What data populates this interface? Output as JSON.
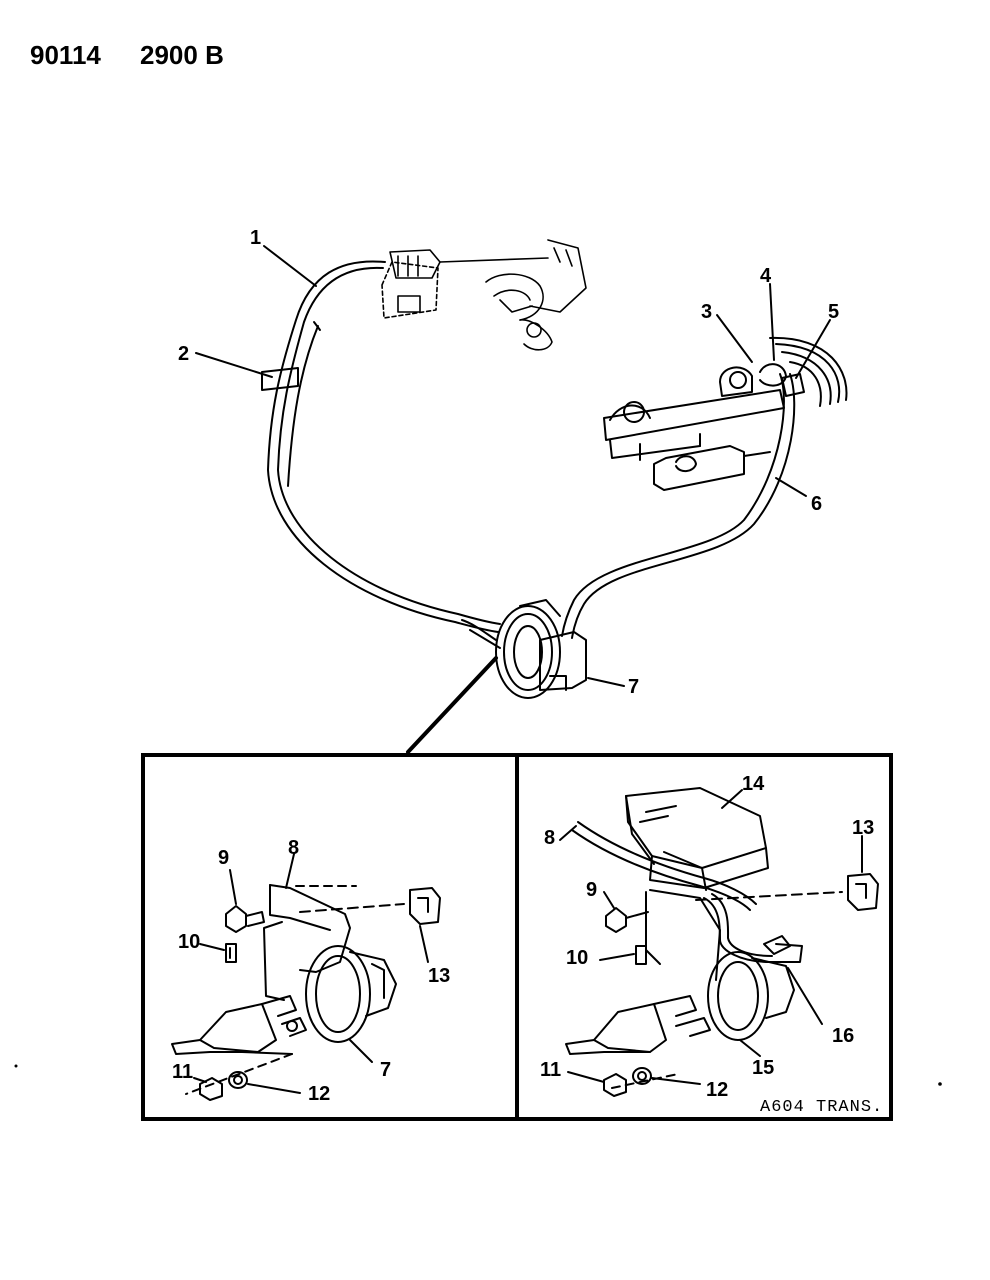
{
  "header": {
    "doc_number": "90114",
    "figure_code": "2900 B"
  },
  "callouts": {
    "main": [
      "1",
      "2",
      "3",
      "4",
      "5",
      "6",
      "7"
    ],
    "left_inset": [
      "9",
      "8",
      "10",
      "13",
      "7",
      "11",
      "12"
    ],
    "right_inset": [
      "14",
      "13",
      "8",
      "9",
      "10",
      "16",
      "11",
      "15",
      "12"
    ]
  },
  "right_inset_caption": "A604 TRANS."
}
